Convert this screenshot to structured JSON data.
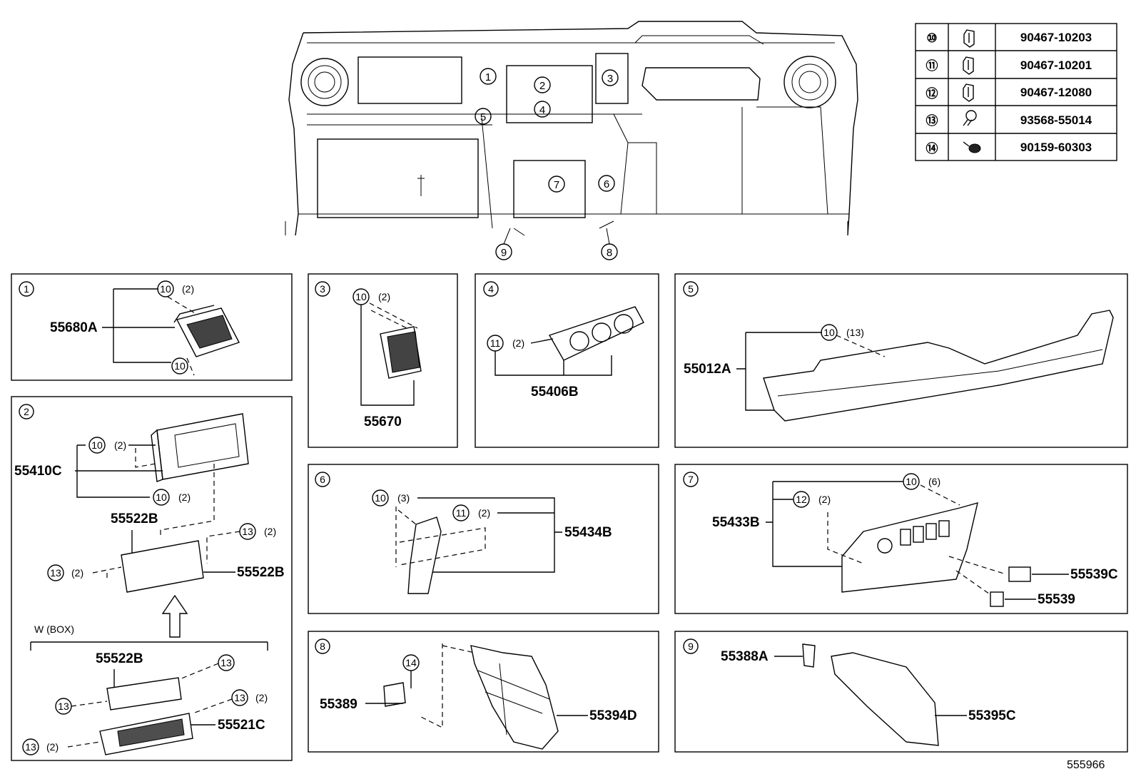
{
  "fastener_table": [
    {
      "ref": "⑩",
      "part": "90467-10203",
      "icon": "clip-icon"
    },
    {
      "ref": "⑪",
      "part": "90467-10201",
      "icon": "clip-icon"
    },
    {
      "ref": "⑫",
      "part": "90467-12080",
      "icon": "clip-icon"
    },
    {
      "ref": "⑬",
      "part": "93568-55014",
      "icon": "screw-icon"
    },
    {
      "ref": "⑭",
      "part": "90159-60303",
      "icon": "screw-icon"
    }
  ],
  "overview": {
    "callouts": [
      "1",
      "2",
      "3",
      "4",
      "5",
      "6",
      "7",
      "8",
      "9"
    ]
  },
  "panels": {
    "p1": {
      "id": "1",
      "part": "55680A",
      "c1": "10",
      "q1": "(2)",
      "c2": "10"
    },
    "p2": {
      "id": "2",
      "p_main": "55410C",
      "c1": "10",
      "q1": "(2)",
      "c2": "10",
      "q2": "(2)",
      "p_522a": "55522B",
      "p_522b": "55522B",
      "c3": "13",
      "q3": "(2)",
      "c4": "13",
      "q4": "(2)",
      "box_label": "W (BOX)",
      "p_box": "55522B",
      "c5": "13",
      "c6": "13",
      "c7": "13",
      "q7": "(2)",
      "p_521": "55521C",
      "c8": "13",
      "q8": "(2)"
    },
    "p3": {
      "id": "3",
      "part": "55670",
      "c1": "10",
      "q1": "(2)"
    },
    "p4": {
      "id": "4",
      "part": "55406B",
      "c1": "11",
      "q1": "(2)"
    },
    "p5": {
      "id": "5",
      "part": "55012A",
      "c1": "10",
      "q1": "(13)"
    },
    "p6": {
      "id": "6",
      "part": "55434B",
      "c1": "10",
      "q1": "(3)",
      "c2": "11",
      "q2": "(2)"
    },
    "p7": {
      "id": "7",
      "part": "55433B",
      "c1": "10",
      "q1": "(6)",
      "c2": "12",
      "q2": "(2)",
      "p2": "55539C",
      "p3": "55539"
    },
    "p8": {
      "id": "8",
      "c1": "14",
      "p1": "55389",
      "p2": "55394D"
    },
    "p9": {
      "id": "9",
      "p1": "55388A",
      "p2": "55395C"
    }
  },
  "illustration_id": "555966"
}
